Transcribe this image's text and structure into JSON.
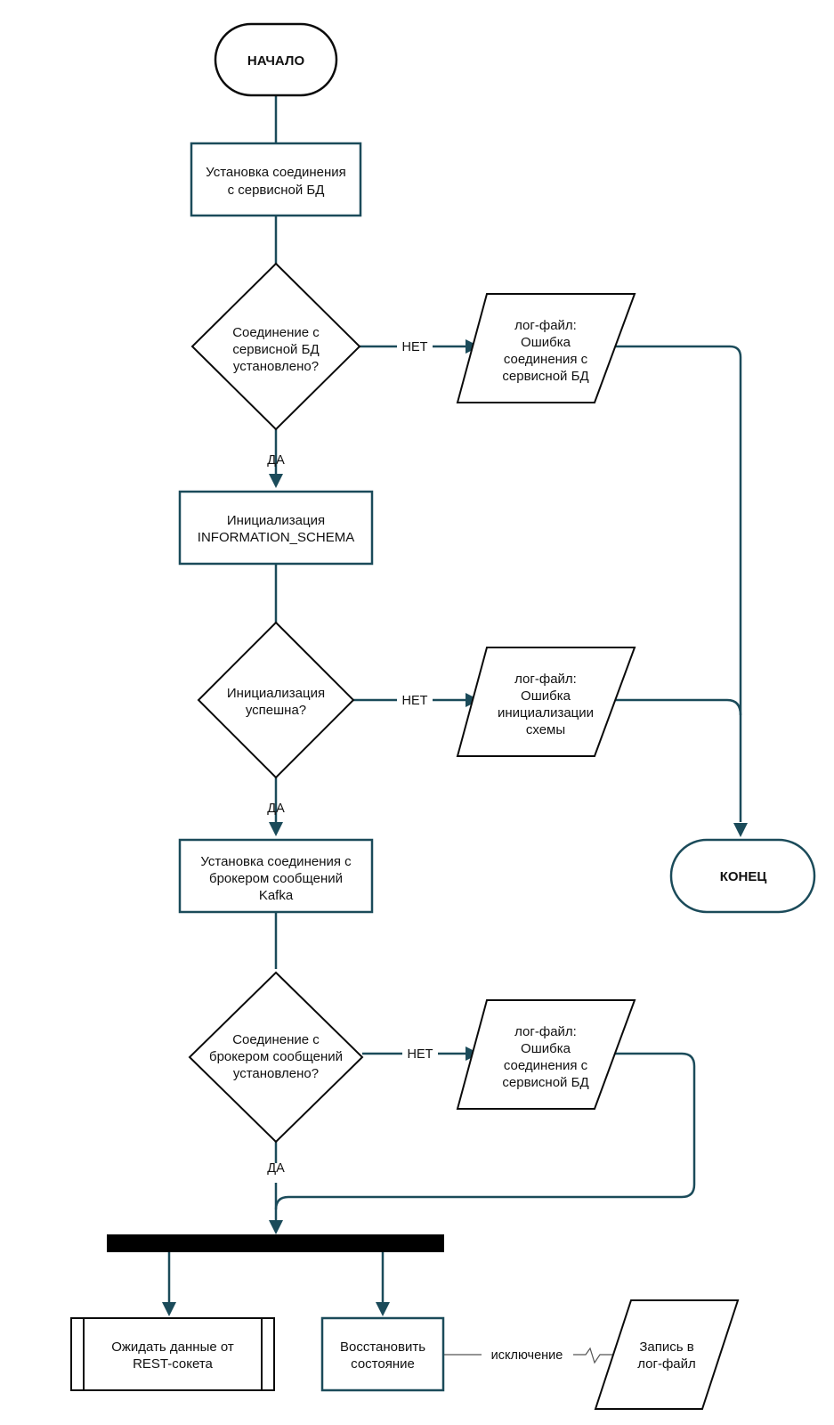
{
  "nodes": {
    "start": "НАЧАЛО",
    "connect_db": [
      "Установка соединения",
      "с сервисной БД"
    ],
    "db_connected": [
      "Соединение с",
      "сервисной БД",
      "установлено?"
    ],
    "log_db_error": [
      "лог-файл:",
      "Ошибка",
      "соединения с",
      "сервисной БД"
    ],
    "init_schema": [
      "Инициализация",
      "INFORMATION_SCHEMA"
    ],
    "init_ok": [
      "Инициализация",
      "успешна?"
    ],
    "log_init_error": [
      "лог-файл:",
      "Ошибка",
      "инициализации",
      "схемы"
    ],
    "end": "КОНЕЦ",
    "connect_kafka": [
      "Установка соединения с",
      "брокером сообщений",
      "Kafka"
    ],
    "kafka_connected": [
      "Соединение с",
      "брокером сообщений",
      "установлено?"
    ],
    "log_kafka_error": [
      "лог-файл:",
      "Ошибка",
      "соединения с",
      "сервисной БД"
    ],
    "wait_rest": [
      "Ожидать данные от",
      "REST-сокета"
    ],
    "restore_state": [
      "Восстановить",
      "состояние"
    ],
    "write_log": [
      "Запись в",
      "лог-файл"
    ]
  },
  "edges": {
    "yes": "ДА",
    "no": "НЕТ",
    "exception": "исключение"
  }
}
